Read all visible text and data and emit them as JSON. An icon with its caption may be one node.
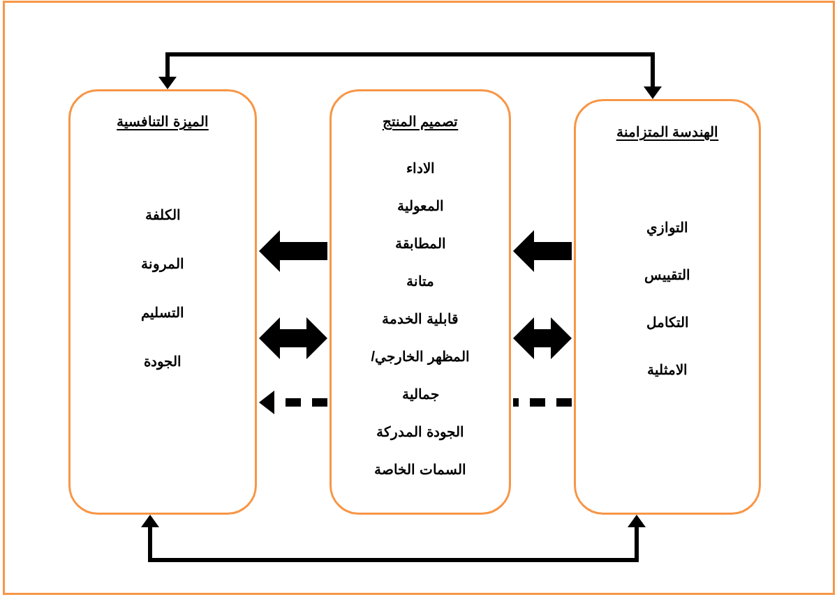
{
  "diagram": {
    "nodes": [
      {
        "text": [
          "الهندسة المتزامنة",
          "التوازي",
          "التقييس",
          "التكامل",
          "الامثلية"
        ]
      },
      {
        "text": [
          "تصميم المنتج",
          "الاداء",
          "المعولية",
          "المطابقة",
          "متانة",
          "قابلية الخدمة",
          "المظهر الخارجي/",
          "جمالية",
          "الجودة المدركة",
          "السمات الخاصة"
        ]
      },
      {
        "text": [
          "الميزة التنافسية",
          "الكلفة",
          "المرونة",
          "التسليم",
          "الجودة"
        ]
      }
    ],
    "edges": [
      {
        "from": 0,
        "to": 1,
        "arrow": "to",
        "style": "thick"
      },
      {
        "from": 1,
        "to": 2,
        "arrow": "to",
        "style": "thick"
      },
      {
        "from": 0,
        "to": 1,
        "arrow": "both",
        "style": "thick"
      },
      {
        "from": 1,
        "to": 2,
        "arrow": "both",
        "style": "thick"
      },
      {
        "from": 1,
        "to": 2,
        "arrow": "to",
        "style": "dashed"
      },
      {
        "from": 0,
        "to": 1,
        "arrow": "none",
        "style": "dashed"
      },
      {
        "from": 2,
        "to": 0,
        "arrow": "both"
      },
      {
        "from": 2,
        "to": 0,
        "arrow": "both"
      }
    ]
  }
}
